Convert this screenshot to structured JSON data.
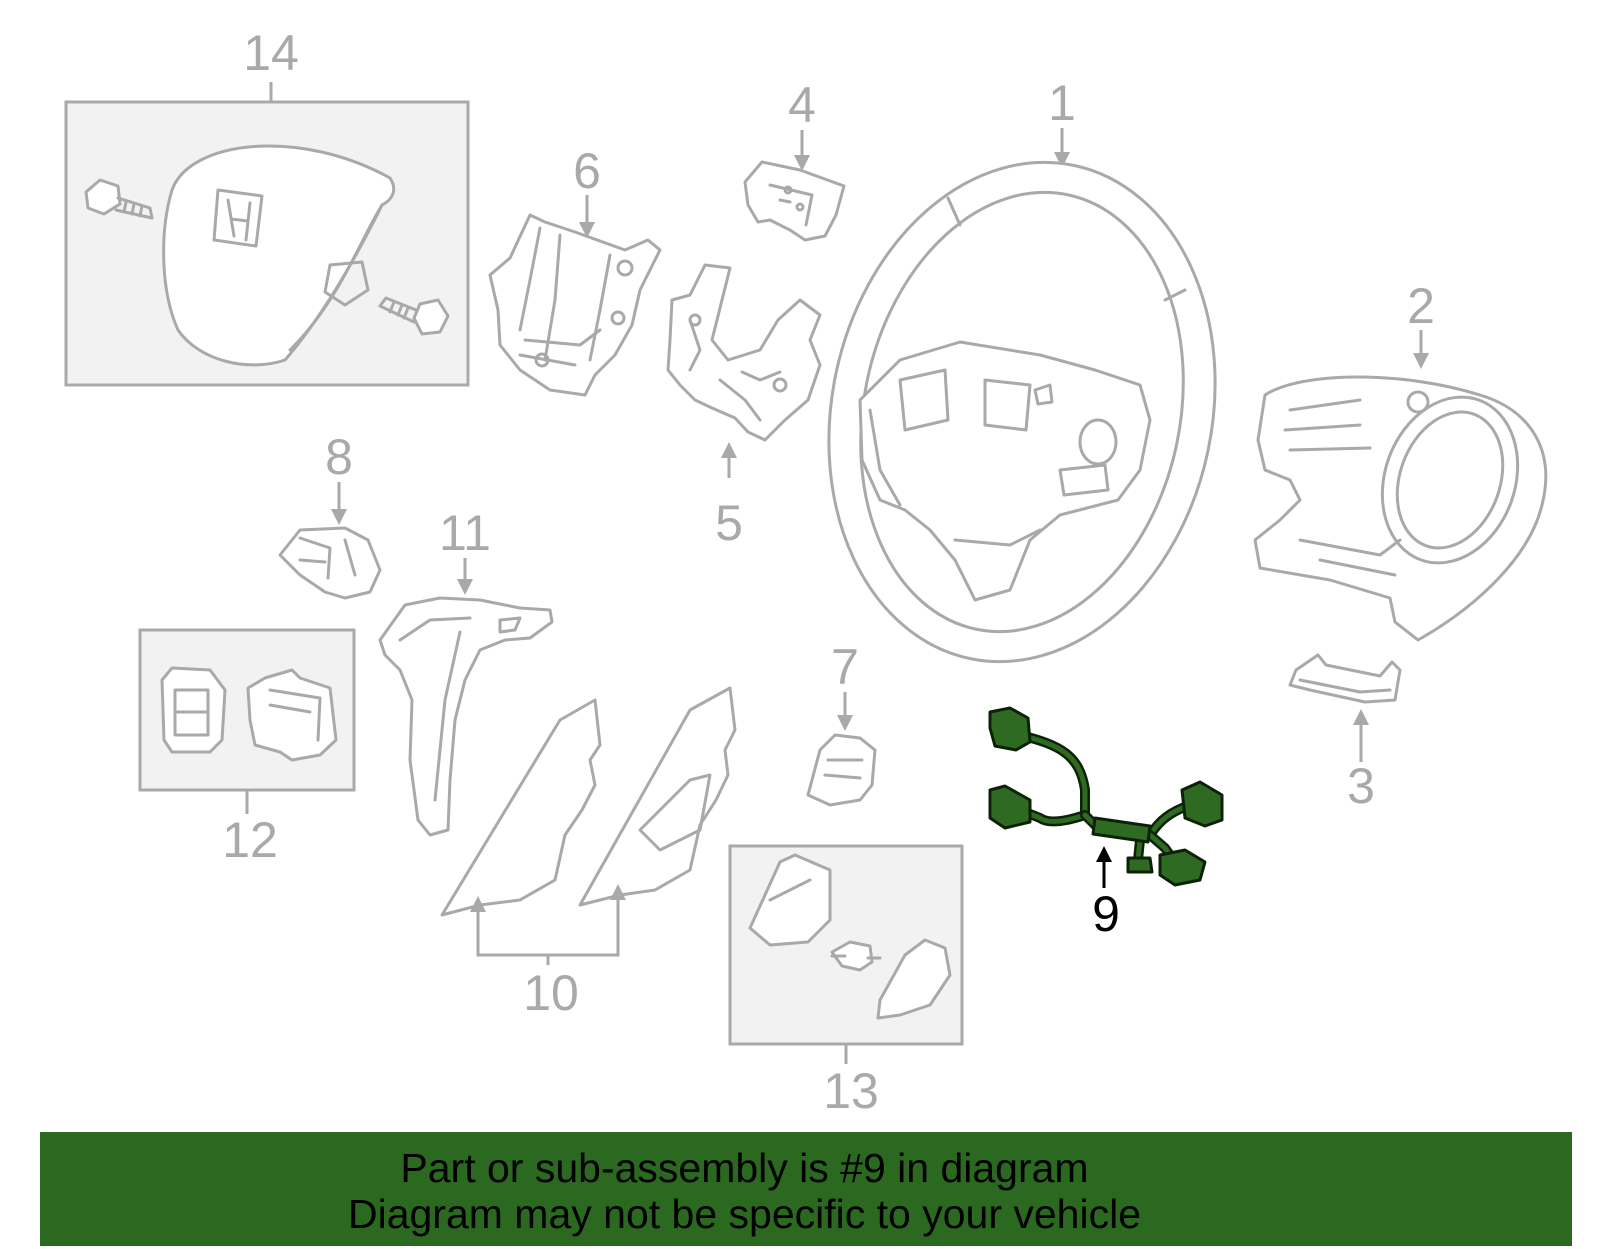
{
  "diagram": {
    "callouts": {
      "c1": "1",
      "c2": "2",
      "c3": "3",
      "c4": "4",
      "c5": "5",
      "c6": "6",
      "c7": "7",
      "c8": "8",
      "c9": "9",
      "c10": "10",
      "c11": "11",
      "c12": "12",
      "c13": "13",
      "c14": "14"
    },
    "highlighted_part": "9",
    "colors": {
      "parts": "#a9a9a9",
      "highlight": "#2e6a21",
      "banner": "#2c6920"
    },
    "icon": "honda-logo-icon"
  },
  "banner": {
    "line1": "Part or sub-assembly is #9 in diagram",
    "line2": "Diagram may not be specific to your vehicle"
  }
}
